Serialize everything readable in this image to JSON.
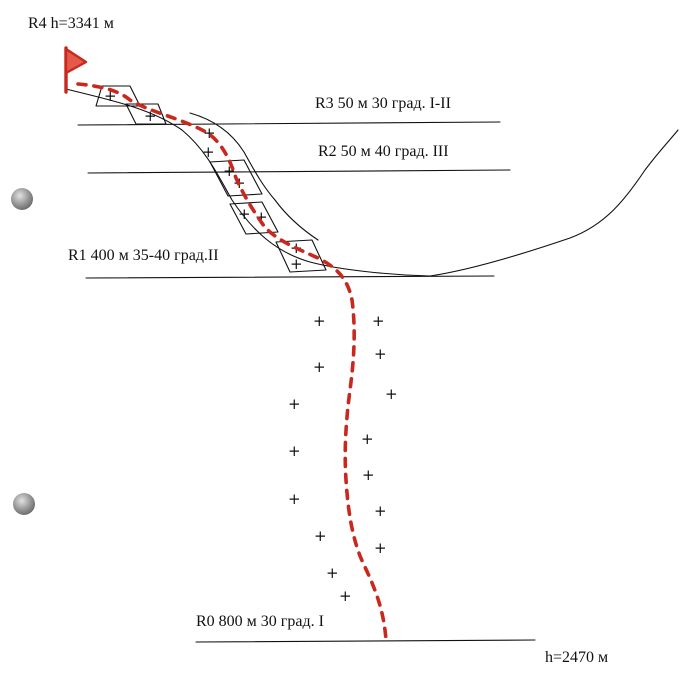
{
  "summit": {
    "label": "R4 h=3341 м",
    "flag_color": "#c8281e"
  },
  "base": {
    "label": "h=2470 м"
  },
  "sections": [
    {
      "id": "R3",
      "label": "R3 50 м 30 град. I-II"
    },
    {
      "id": "R2",
      "label": "R2 50 м 40 град. III"
    },
    {
      "id": "R1",
      "label": "R1 400 м 35-40 град.II"
    },
    {
      "id": "R0",
      "label": "R0 800 м 30 град. I"
    }
  ],
  "symbols": {
    "rock_mark": "+"
  },
  "colors": {
    "route": "#c8281e",
    "ink": "#111111",
    "hole_punch": "#9a9a9a"
  }
}
